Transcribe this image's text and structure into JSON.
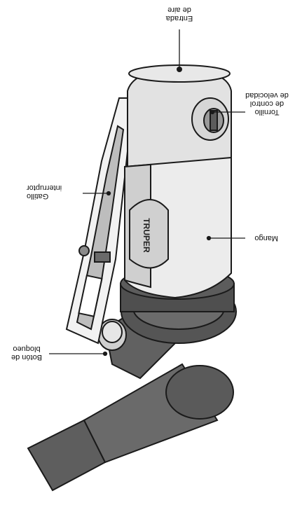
{
  "labels": {
    "air_inlet": [
      "Entrada",
      "de aire"
    ],
    "speed_screw": [
      "Tornillo",
      "de control",
      "de velocidad"
    ],
    "trigger": [
      "Gatillo",
      "interruptor"
    ],
    "handle": [
      "Mango"
    ],
    "lock_button": [
      "Botón de",
      "bloqueo"
    ]
  },
  "brand": "TRUPER",
  "colors": {
    "outline": "#1a1a1a",
    "body_light": "#e2e2e2",
    "body_mid": "#cfcfcf",
    "trigger": "#bdbdbd",
    "dark_body": "#5e5e5e",
    "dark_shade": "#454545"
  }
}
